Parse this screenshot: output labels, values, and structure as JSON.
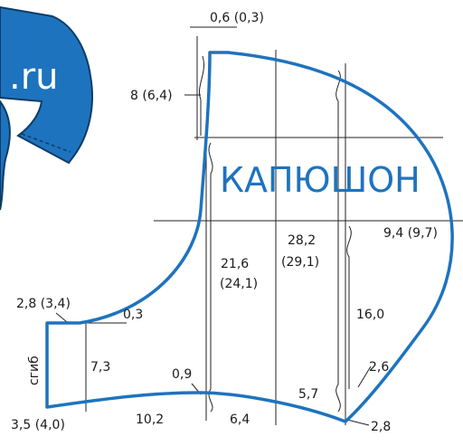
{
  "colors": {
    "pattern_outline": "#1e73be",
    "title_color": "#1e73be",
    "logo_fill": "#1e73be",
    "guide_lines": "#222222"
  },
  "logo": {
    "text": ".ru"
  },
  "title": "КАПЮШОН",
  "labels": {
    "top_neck": "0,6 (0,3)",
    "top_left_height": "8 (6,4)",
    "left_height_main": "21,6",
    "left_height_alt": "(24,1)",
    "center_height_main": "28,2",
    "center_height_alt": "(29,1)",
    "right_width": "9,4 (9,7)",
    "right_height": "16,0",
    "front_top": "2,8 (3,4)",
    "front_inner": "0,3",
    "fold": "сгиб",
    "front_height": "7,3",
    "front_bottom": "3,5 (4,0)",
    "bottom_left_width": "10,2",
    "bottom_curve": "0,9",
    "bottom_mid_width": "6,4",
    "bottom_right_width": "5,7",
    "corner_small": "2,6",
    "corner_bottom": "2,8"
  }
}
